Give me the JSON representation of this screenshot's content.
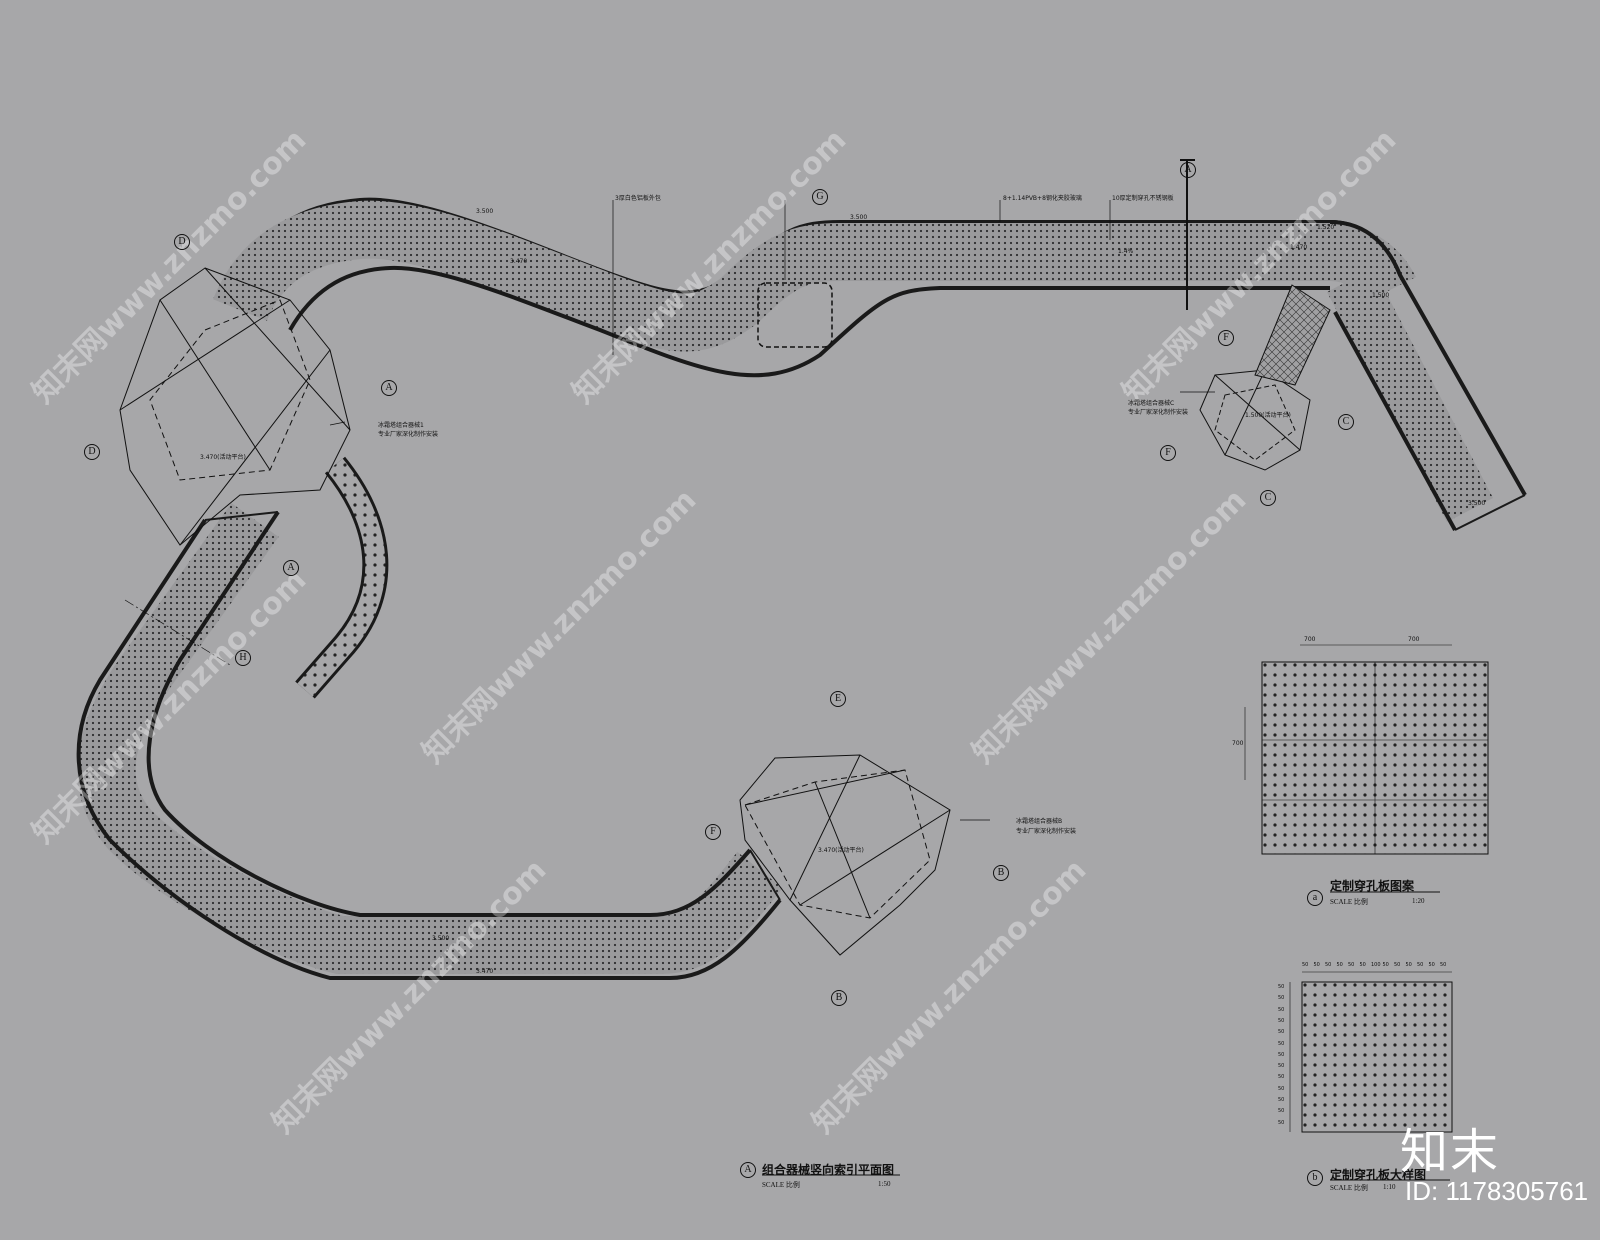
{
  "watermark": {
    "text": "知末网www.znzmo.com",
    "logo": "知末",
    "id": "ID: 1178305761"
  },
  "main_plan": {
    "title": "组合器械竖向索引平面图",
    "mark": "A",
    "scale_label": "SCALE 比例",
    "scale_value": "1:50"
  },
  "detail_a": {
    "title": "定制穿孔板图案",
    "mark": "a",
    "scale_label": "SCALE 比例",
    "scale_value": "1:20",
    "dim_w1": "700",
    "dim_w2": "700",
    "dim_h": "700"
  },
  "detail_b": {
    "title": "定制穿孔板大样图",
    "mark": "b",
    "scale_label": "SCALE 比例",
    "scale_value": "1:10",
    "top_dims": [
      "50",
      "50",
      "50",
      "50",
      "50",
      "50",
      "100",
      "50",
      "50",
      "50",
      "50",
      "50",
      "50"
    ],
    "side_dims": [
      "50",
      "50",
      "50",
      "50",
      "50",
      "50",
      "50",
      "50",
      "50",
      "50",
      "50",
      "50",
      "50"
    ]
  },
  "annotations": {
    "top_note_1": "3厚白色铝板外包",
    "top_note_2": "8+1.14PVB+8钢化夹胶玻璃",
    "top_note_3": "10厚定制穿孔不锈钢板",
    "climb_left_1": "冰霜塔组合器械1",
    "climb_left_2": "专业厂家深化制作安装",
    "climb_right_1": "冰霜塔组合器械C",
    "climb_right_2": "专业厂家深化制作安装",
    "climb_bottom_1": "冰霜塔组合器械B",
    "climb_bottom_2": "专业厂家深化制作安装",
    "platform_left": "3.470(活动平台)",
    "platform_bottom": "3.470(活动平台)",
    "platform_right": "1.500(活动平台)",
    "elev_1": "3.500",
    "elev_2": "3.470",
    "elev_3": "3.500",
    "elev_4": "1.520",
    "elev_5": "1.470",
    "elev_6": "1.500",
    "elev_7": "3.500",
    "elev_8": "3.470",
    "elev_9": "3.500",
    "slope": "1.4%",
    "section_marks": [
      "A",
      "A",
      "A",
      "B",
      "B",
      "C",
      "C",
      "D",
      "D",
      "E",
      "F",
      "F",
      "F",
      "G",
      "H"
    ]
  }
}
